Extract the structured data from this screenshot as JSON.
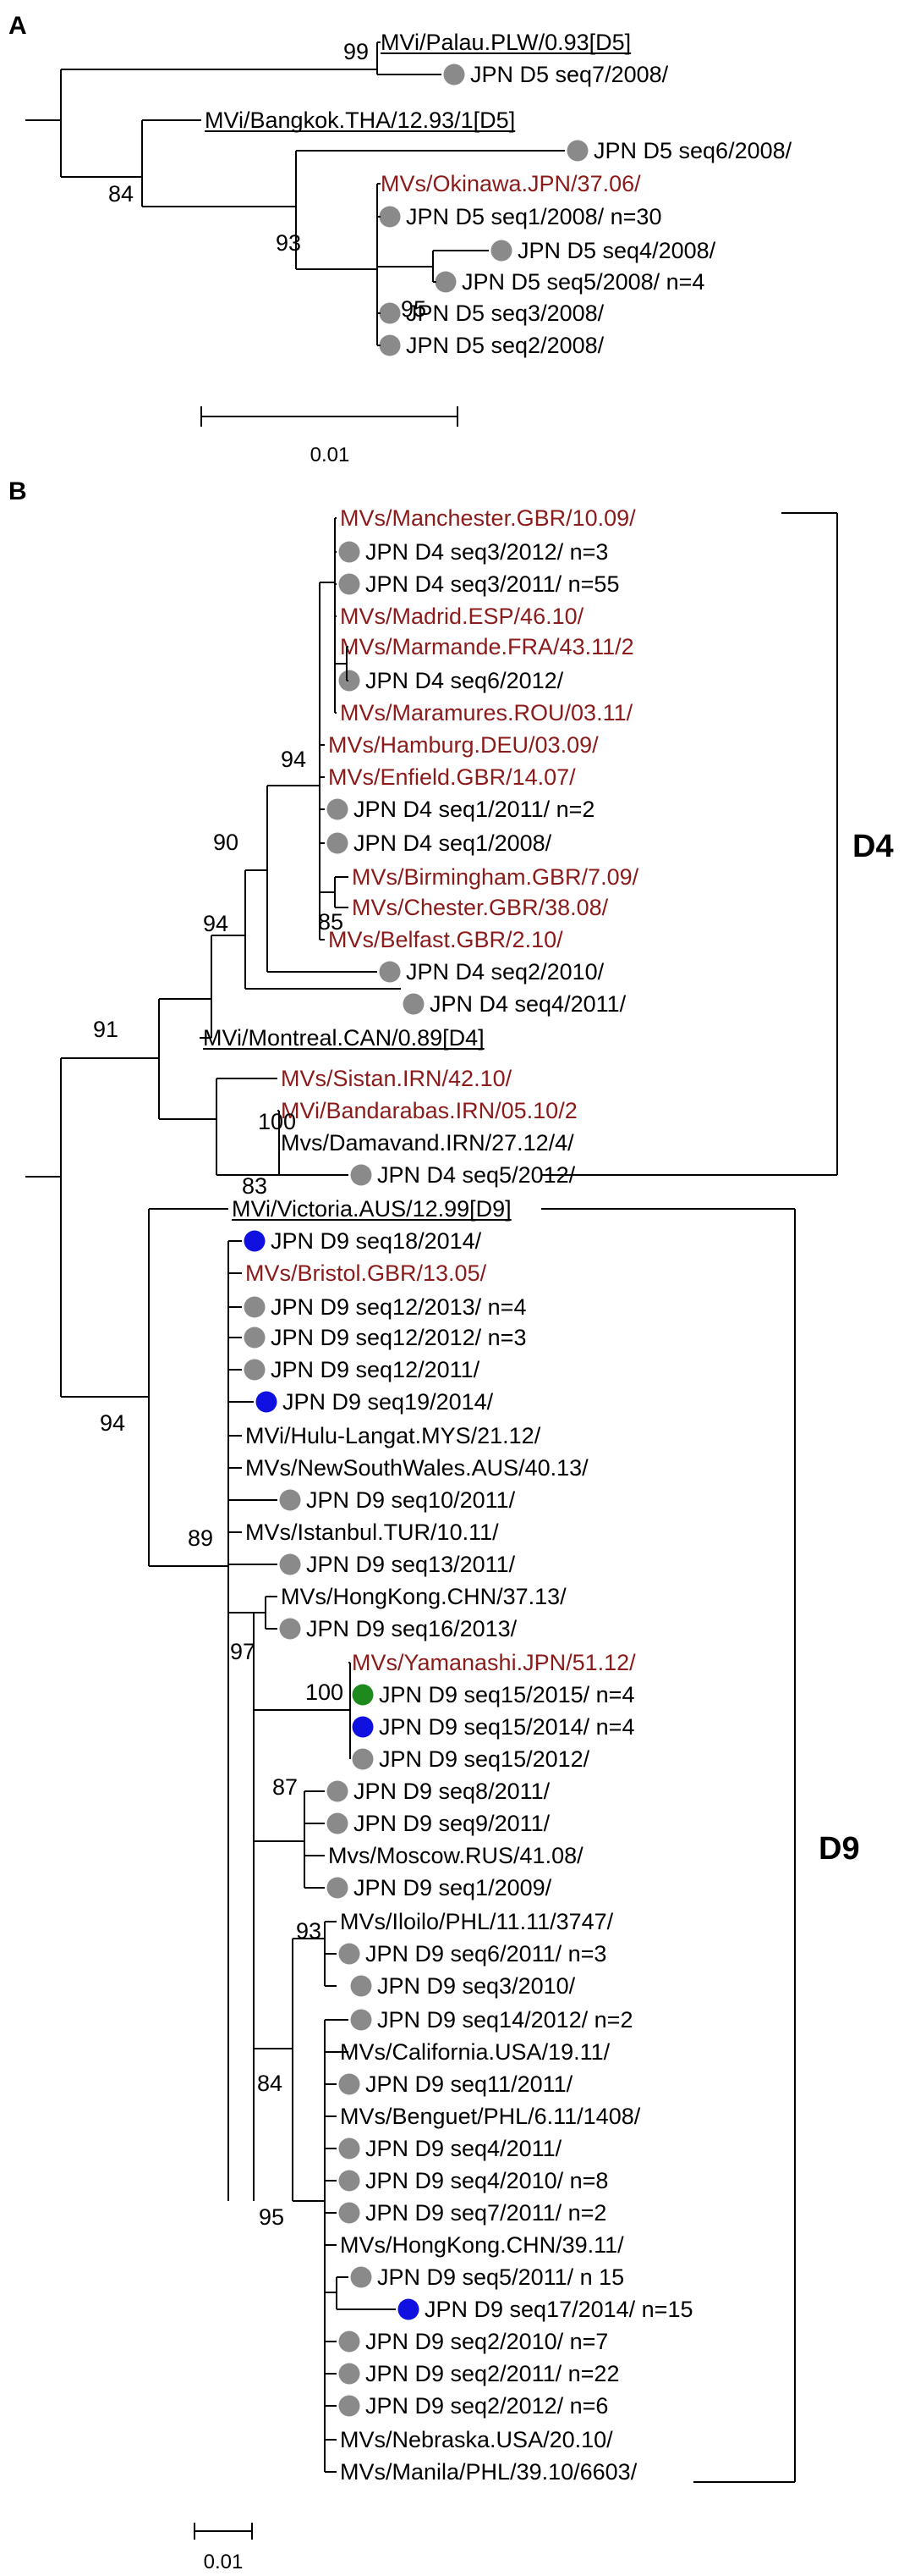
{
  "figure": {
    "colors": {
      "line": "#000000",
      "reference_red": "#8b1a1a",
      "dot_gray": "#8a8a8a",
      "dot_blue": "#1010e0",
      "dot_green": "#1e8a1e"
    },
    "panel_a": {
      "label": "A",
      "scale_label": "0.01",
      "bootstrap": [
        "99",
        "84",
        "93",
        "95"
      ],
      "leaves": [
        {
          "text": "MVi/Palau.PLW/0.93[D5]",
          "type": "ref_underlined"
        },
        {
          "text": "JPN D5 seq7/2008/",
          "type": "dot_gray"
        },
        {
          "text": "MVi/Bangkok.THA/12.93/1[D5]",
          "type": "ref_underlined"
        },
        {
          "text": "JPN D5 seq6/2008/",
          "type": "dot_gray"
        },
        {
          "text": "MVs/Okinawa.JPN/37.06/",
          "type": "red"
        },
        {
          "text": "JPN D5 seq1/2008/ n=30",
          "type": "dot_gray"
        },
        {
          "text": "JPN D5 seq4/2008/",
          "type": "dot_gray"
        },
        {
          "text": "JPN D5 seq5/2008/ n=4",
          "type": "dot_gray"
        },
        {
          "text": "JPN D5 seq3/2008/",
          "type": "dot_gray"
        },
        {
          "text": "JPN D5 seq2/2008/",
          "type": "dot_gray"
        }
      ]
    },
    "panel_b": {
      "label": "B",
      "scale_label": "0.01",
      "clade_d4": "D4",
      "clade_d9": "D9",
      "bootstrap": [
        "94",
        "90",
        "94",
        "85",
        "91",
        "100",
        "83",
        "94",
        "89",
        "97",
        "100",
        "87",
        "93",
        "84",
        "95"
      ],
      "leaves": [
        {
          "text": "MVs/Manchester.GBR/10.09/",
          "type": "red"
        },
        {
          "text": "JPN D4 seq3/2012/ n=3",
          "type": "dot_gray"
        },
        {
          "text": "JPN D4 seq3/2011/ n=55",
          "type": "dot_gray"
        },
        {
          "text": "MVs/Madrid.ESP/46.10/",
          "type": "red"
        },
        {
          "text": "MVs/Marmande.FRA/43.11/2",
          "type": "red"
        },
        {
          "text": "JPN D4 seq6/2012/",
          "type": "dot_gray"
        },
        {
          "text": "MVs/Maramures.ROU/03.11/",
          "type": "red"
        },
        {
          "text": "MVs/Hamburg.DEU/03.09/",
          "type": "red"
        },
        {
          "text": "MVs/Enfield.GBR/14.07/",
          "type": "red"
        },
        {
          "text": "JPN D4 seq1/2011/ n=2",
          "type": "dot_gray"
        },
        {
          "text": "JPN D4 seq1/2008/",
          "type": "dot_gray"
        },
        {
          "text": "MVs/Birmingham.GBR/7.09/",
          "type": "red"
        },
        {
          "text": "MVs/Chester.GBR/38.08/",
          "type": "red"
        },
        {
          "text": "MVs/Belfast.GBR/2.10/",
          "type": "red"
        },
        {
          "text": "JPN D4 seq2/2010/",
          "type": "dot_gray"
        },
        {
          "text": "JPN D4 seq4/2011/",
          "type": "dot_gray"
        },
        {
          "text": "MVi/Montreal.CAN/0.89[D4]",
          "type": "ref_underlined"
        },
        {
          "text": "MVs/Sistan.IRN/42.10/",
          "type": "red"
        },
        {
          "text": "MVi/Bandarabas.IRN/05.10/2",
          "type": "red"
        },
        {
          "text": "Mvs/Damavand.IRN/27.12/4/",
          "type": "plain"
        },
        {
          "text": "JPN D4 seq5/2012/",
          "type": "dot_gray"
        },
        {
          "text": "MVi/Victoria.AUS/12.99[D9]",
          "type": "ref_underlined"
        },
        {
          "text": "JPN D9 seq18/2014/",
          "type": "dot_blue"
        },
        {
          "text": "MVs/Bristol.GBR/13.05/",
          "type": "red"
        },
        {
          "text": "JPN D9 seq12/2013/ n=4",
          "type": "dot_gray"
        },
        {
          "text": "JPN D9 seq12/2012/ n=3",
          "type": "dot_gray"
        },
        {
          "text": "JPN D9 seq12/2011/",
          "type": "dot_gray"
        },
        {
          "text": "JPN D9 seq19/2014/",
          "type": "dot_blue"
        },
        {
          "text": "MVi/Hulu-Langat.MYS/21.12/",
          "type": "plain"
        },
        {
          "text": "MVs/NewSouthWales.AUS/40.13/",
          "type": "plain"
        },
        {
          "text": "JPN D9 seq10/2011/",
          "type": "dot_gray"
        },
        {
          "text": "MVs/Istanbul.TUR/10.11/",
          "type": "plain"
        },
        {
          "text": "JPN D9 seq13/2011/",
          "type": "dot_gray"
        },
        {
          "text": "MVs/HongKong.CHN/37.13/",
          "type": "plain"
        },
        {
          "text": "JPN D9 seq16/2013/",
          "type": "dot_gray"
        },
        {
          "text": "MVs/Yamanashi.JPN/51.12/",
          "type": "red"
        },
        {
          "text": "JPN D9 seq15/2015/ n=4",
          "type": "dot_green"
        },
        {
          "text": "JPN D9 seq15/2014/ n=4",
          "type": "dot_blue"
        },
        {
          "text": "JPN D9 seq15/2012/",
          "type": "dot_gray"
        },
        {
          "text": "JPN D9 seq8/2011/",
          "type": "dot_gray"
        },
        {
          "text": "JPN D9 seq9/2011/",
          "type": "dot_gray"
        },
        {
          "text": "Mvs/Moscow.RUS/41.08/",
          "type": "plain"
        },
        {
          "text": "JPN D9 seq1/2009/",
          "type": "dot_gray"
        },
        {
          "text": "MVs/Iloilo/PHL/11.11/3747/",
          "type": "plain"
        },
        {
          "text": "JPN D9 seq6/2011/ n=3",
          "type": "dot_gray"
        },
        {
          "text": "JPN D9 seq3/2010/",
          "type": "dot_gray"
        },
        {
          "text": "JPN D9 seq14/2012/ n=2",
          "type": "dot_gray"
        },
        {
          "text": "MVs/California.USA/19.11/",
          "type": "plain"
        },
        {
          "text": "JPN D9 seq11/2011/",
          "type": "dot_gray"
        },
        {
          "text": "MVs/Benguet/PHL/6.11/1408/",
          "type": "plain"
        },
        {
          "text": "JPN D9 seq4/2011/",
          "type": "dot_gray"
        },
        {
          "text": "JPN D9 seq4/2010/ n=8",
          "type": "dot_gray"
        },
        {
          "text": "JPN D9 seq7/2011/ n=2",
          "type": "dot_gray"
        },
        {
          "text": "MVs/HongKong.CHN/39.11/",
          "type": "plain"
        },
        {
          "text": "JPN D9 seq5/2011/ n 15",
          "type": "dot_gray"
        },
        {
          "text": "JPN D9 seq17/2014/ n=15",
          "type": "dot_blue"
        },
        {
          "text": "JPN D9 seq2/2010/ n=7",
          "type": "dot_gray"
        },
        {
          "text": "JPN D9 seq2/2011/ n=22",
          "type": "dot_gray"
        },
        {
          "text": "JPN D9 seq2/2012/ n=6",
          "type": "dot_gray"
        },
        {
          "text": "MVs/Nebraska.USA/20.10/",
          "type": "plain"
        },
        {
          "text": "MVs/Manila/PHL/39.10/6603/",
          "type": "plain"
        }
      ]
    }
  }
}
